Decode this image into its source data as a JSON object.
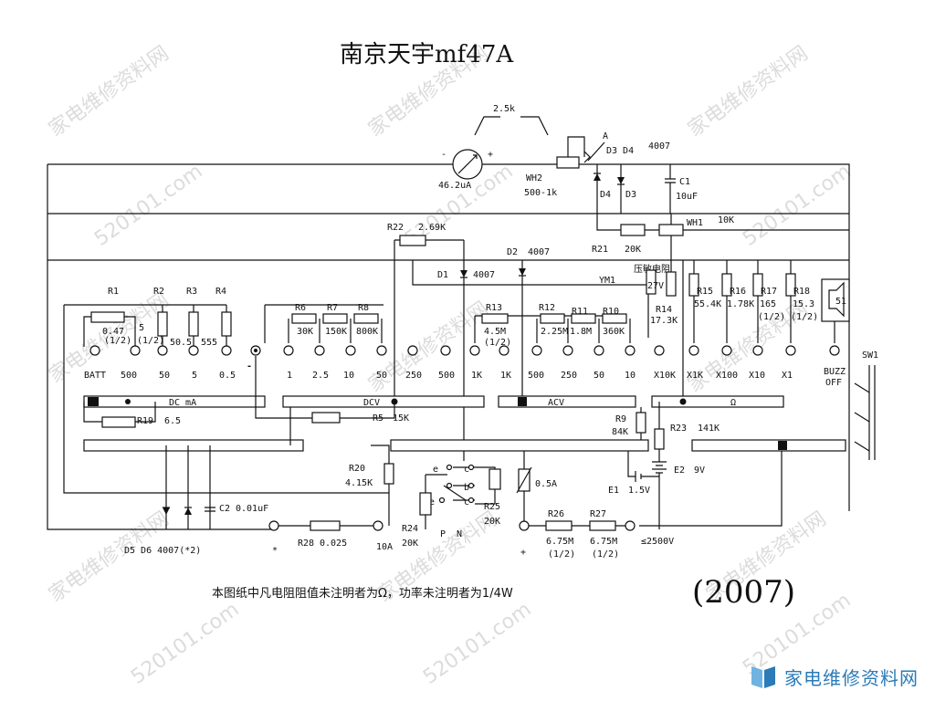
{
  "title": "南京天宇mf47A",
  "year": "(2007)",
  "note": "本图纸中凡电阻阻值未注明者为Ω，功率未注明者为1/4W",
  "watermark": {
    "cn": "家电维修资料网",
    "num": "520101.com"
  },
  "logo": {
    "text": "家电维修资料网",
    "sub": "520101.com"
  },
  "meter": {
    "pot_value": "2.5k",
    "marker": "A",
    "meter_value": "46.2uA",
    "minus": "-",
    "plus": "+"
  },
  "parts": {
    "WH2": "WH2",
    "WH2_val": "500-1k",
    "D3D4": "D3 D4",
    "D3D4_val": "4007",
    "D4": "D4",
    "D3": "D3",
    "C1": "C1",
    "C1_val": "10uF",
    "WH1": "WH1",
    "WH1_val": "10K",
    "R22": "R22",
    "R22_val": "2.69K",
    "D2": "D2",
    "D2_val": "4007",
    "D1": "D1",
    "D1_val": "4007",
    "R21": "R21",
    "R21_val": "20K",
    "YM1": "YM1",
    "YM1_sub": "压敏电阻",
    "YM1_v": "27V",
    "R14": "R14",
    "R14_val": "17.3K",
    "R15": "R15",
    "R15_val": "55.4K",
    "R16": "R16",
    "R16_val": "1.78K",
    "R17": "R17",
    "R17_val": "165",
    "R17_w": "(1/2)",
    "R18": "R18",
    "R18_val": "15.3",
    "R18_w": "(1/2)",
    "R1": "R1",
    "R2": "R2",
    "R3": "R3",
    "R4": "R4",
    "R1_val": "0.47",
    "R1_w": "(1/2)",
    "R_5": "5",
    "R_5w": "(1/2)",
    "R3_val": "50.5",
    "R4_val": "555",
    "R6": "R6",
    "R6_val": "30K",
    "R7": "R7",
    "R7_val": "150K",
    "R8": "R8",
    "R8_val": "800K",
    "R13": "R13",
    "R13_val": "4.5M",
    "R13_w": "(1/2)",
    "R12": "R12",
    "R12_val": "2.25M",
    "R11": "R11",
    "R11_val": "1.8M",
    "R10": "R10",
    "R10_val": "360K",
    "R19": "R19",
    "R19_val": "6.5",
    "R5": "R5",
    "R5_val": "15K",
    "R9": "R9",
    "R9_val": "84K",
    "R23": "R23",
    "R23_val": "141K",
    "R20": "R20",
    "R20_val": "4.15K",
    "E1": "E1",
    "E1_val": "1.5V",
    "E2": "E2",
    "E2_val": "9V",
    "C2": "C2",
    "C2_val": "0.01uF",
    "fuse": "0.5A",
    "R25": "R25",
    "R25_val": "20K",
    "R24": "R24",
    "R24_val": "20K",
    "P": "P",
    "N": "N",
    "R26": "R26",
    "R26_val": "6.75M",
    "R26_w": "(1/2)",
    "R27": "R27",
    "R27_val": "6.75M",
    "R27_w": "(1/2)",
    "hv": "≤2500V",
    "R28": "R28",
    "R28_val": "0.025",
    "tenA": "10A",
    "D5D6": "D5 D6 4007(*2)",
    "SW1": "SW1",
    "buzz": "BUZZ",
    "off": "OFF",
    "buzz_icon": "51",
    "star": "*",
    "plus_term": "+",
    "e1": "e",
    "e2": "e",
    "c1": "c",
    "b": "b",
    "c2": "c",
    "minus_mark": "-"
  },
  "ranges": {
    "batt": "BATT",
    "ma500": "500",
    "ma50": "50",
    "ma5": "5",
    "ma05": "0.5",
    "dcv1": "1",
    "dcv25": "2.5",
    "dcv10": "10",
    "dcv50": "50",
    "dcv250": "250",
    "dcv500": "500",
    "dcv1k": "1K",
    "acv1k": "1K",
    "acv500": "500",
    "acv250": "250",
    "acv50": "50",
    "acv10": "10",
    "x10k": "X10K",
    "x1k": "X1K",
    "x100": "X100",
    "x10": "X10",
    "x1": "X1"
  },
  "bars": {
    "dcma": "DC mA",
    "dcv": "DCV",
    "acv": "ACV",
    "ohm": "Ω"
  }
}
